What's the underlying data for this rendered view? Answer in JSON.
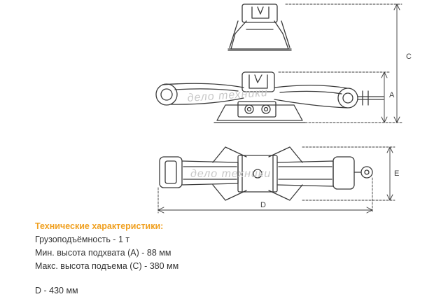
{
  "drawing": {
    "dimension_labels": {
      "a": "A",
      "c": "C",
      "d": "D",
      "e": "E"
    },
    "watermark": "дело техники"
  },
  "specs": {
    "title": "Технические характеристики:",
    "lines": [
      "Грузоподъёмность - 1 т",
      "Мин. высота подхвата (А) - 88 мм",
      "Макс. высота подъема (С) - 380 мм",
      "D - 430 мм"
    ]
  },
  "colors": {
    "heading": "#f0a020",
    "text": "#333333",
    "line": "#3a3a3a"
  }
}
